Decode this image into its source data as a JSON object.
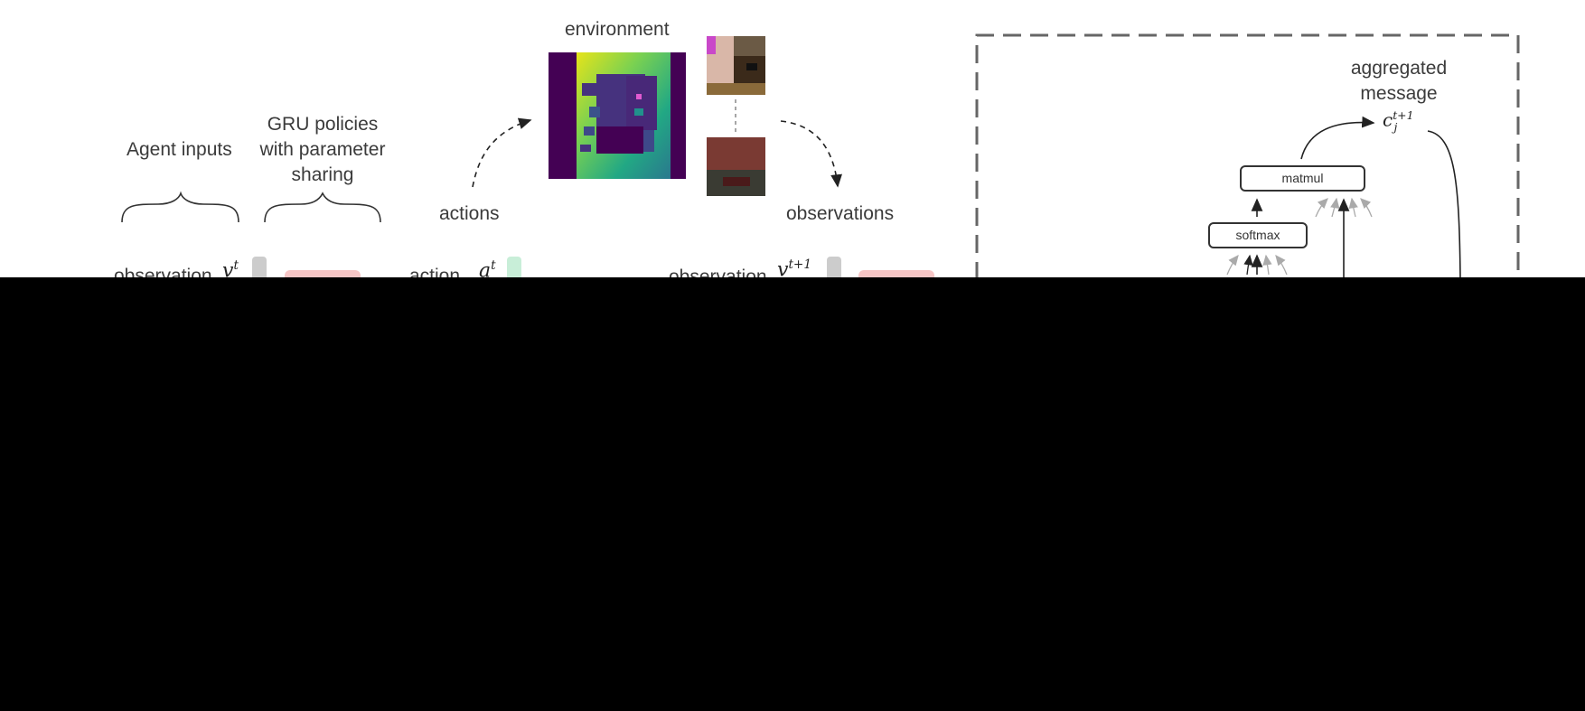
{
  "left_panel": {
    "agent_inputs": "Agent inputs",
    "gru_label": [
      "GRU policies",
      "with parameter",
      "sharing"
    ],
    "actions": "actions",
    "environment": "environment",
    "observations": "observations",
    "observation_label": "observation",
    "observation_sym": "v",
    "observation_sup_t": "t",
    "action_label": "action",
    "action_sym": "a",
    "action_sup": "t",
    "observation_sup_t1": "t+1"
  },
  "right_panel": {
    "aggregated_message": [
      "aggregated",
      "message"
    ],
    "message_sym": "c",
    "message_sub": "j",
    "message_sup": "t+1",
    "matmul": "matmul",
    "softmax": "softmax"
  },
  "colors": {
    "text": "#3b3b3b",
    "dash_border": "#666666",
    "gru_block": "#f7c6c6",
    "action_block": "#c8eed8",
    "obs_block": "#cccccc",
    "occlusion": "#000000"
  }
}
